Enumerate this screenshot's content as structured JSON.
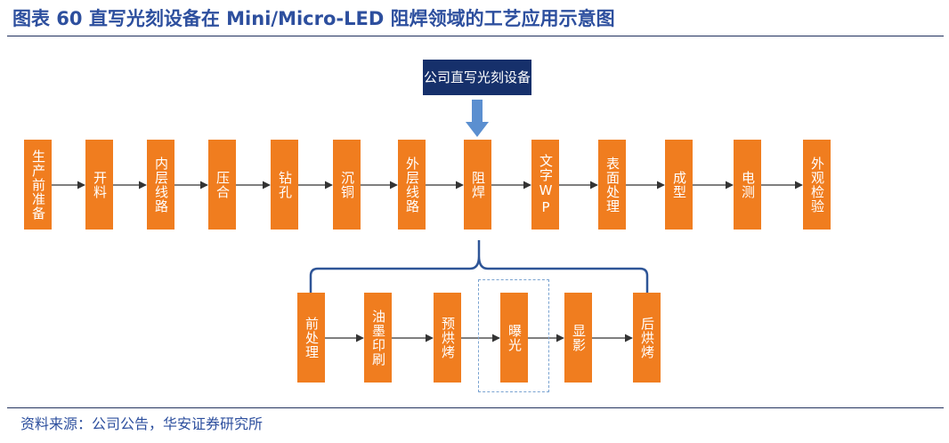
{
  "title": "图表 60 直写光刻设备在 Mini/Micro-LED 阻焊领域的工艺应用示意图",
  "source": "资料来源：公司公告，华安证券研究所",
  "equipment": "公司直写光刻设备",
  "main_steps": [
    "生产前准备",
    "开料",
    "内层线路",
    "压合",
    "钻孔",
    "沉铜",
    "外层线路",
    "阻焊",
    "文字WP",
    "表面处理",
    "成型",
    "电测",
    "外观检验"
  ],
  "solder_mask_steps": [
    "前处理",
    "油墨印刷",
    "预烘烤",
    "曝光",
    "显影",
    "后烘烤"
  ],
  "highlighted_step": "曝光",
  "colors": {
    "process_box": "#f07d1f",
    "equipment_box": "#16306b",
    "title": "#2d4f9e",
    "arrow": "#5b8fd0",
    "bracket": "#2e5597"
  }
}
